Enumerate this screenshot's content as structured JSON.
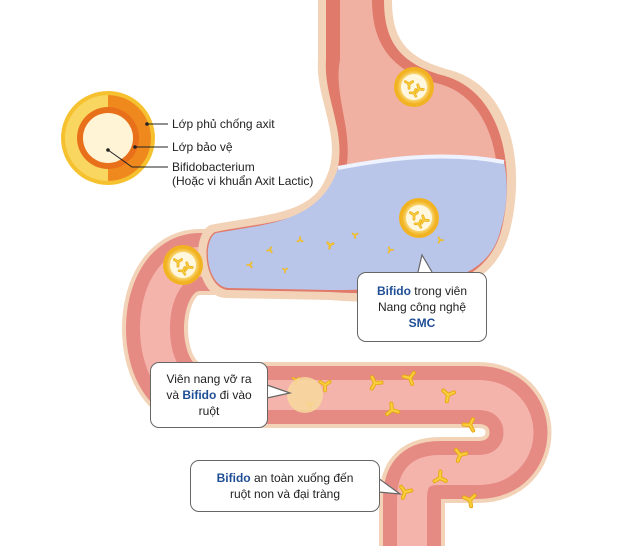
{
  "capsule_legend": {
    "outer_layer": "Lớp phủ chống axit",
    "protect_layer": "Lớp bảo vệ",
    "bacteria": "Bifidobacterium",
    "bacteria_note": "(Hoặc vi khuẩn Axit Lactic)"
  },
  "callouts": {
    "stomach": {
      "brand": "Bifido",
      "text1": " trong viên",
      "text2": "Nang công nghệ",
      "tech": "SMC"
    },
    "break": {
      "text1": "Viên nang vỡ ra",
      "text2a": "và ",
      "brand": "Bifido",
      "text2b": " đi vào",
      "text3": "ruột"
    },
    "intestine": {
      "brand": "Bifido",
      "text1": " an toàn xuống đến",
      "text2": "ruột non và đại tràng"
    }
  },
  "colors": {
    "brand_blue": "#1f4e96",
    "tissue": "#e8928a",
    "liquid": "#b9c6ea",
    "capsule": "#f6c12f"
  }
}
